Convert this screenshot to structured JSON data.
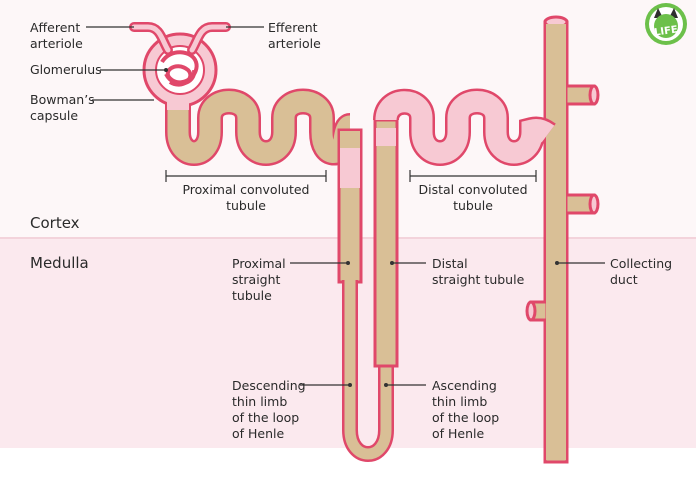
{
  "zones": {
    "cortex": "Cortex",
    "medulla": "Medulla"
  },
  "labels": {
    "afferent": "Afferent\narteriole",
    "efferent": "Efferent\narteriole",
    "glomerulus": "Glomerulus",
    "bowmans": "Bowman’s\ncapsule",
    "proximal_convoluted": "Proximal convoluted\ntubule",
    "distal_convoluted": "Distal convoluted\ntubule",
    "proximal_straight": "Proximal\nstraight\ntubule",
    "distal_straight": "Distal\nstraight tubule",
    "collecting": "Collecting\nduct",
    "descending": "Descending\nthin limb\nof the loop\nof Henle",
    "ascending": "Ascending\nthin limb\nof the loop\nof Henle"
  },
  "logo": {
    "text": "LIFE"
  },
  "colors": {
    "tubule_tan": "#d9bf96",
    "tubule_pink": "#f7c9d3",
    "outline": "#e0486a",
    "medulla_band": "#fbe9ee",
    "logo_green": "#6cc04a"
  }
}
